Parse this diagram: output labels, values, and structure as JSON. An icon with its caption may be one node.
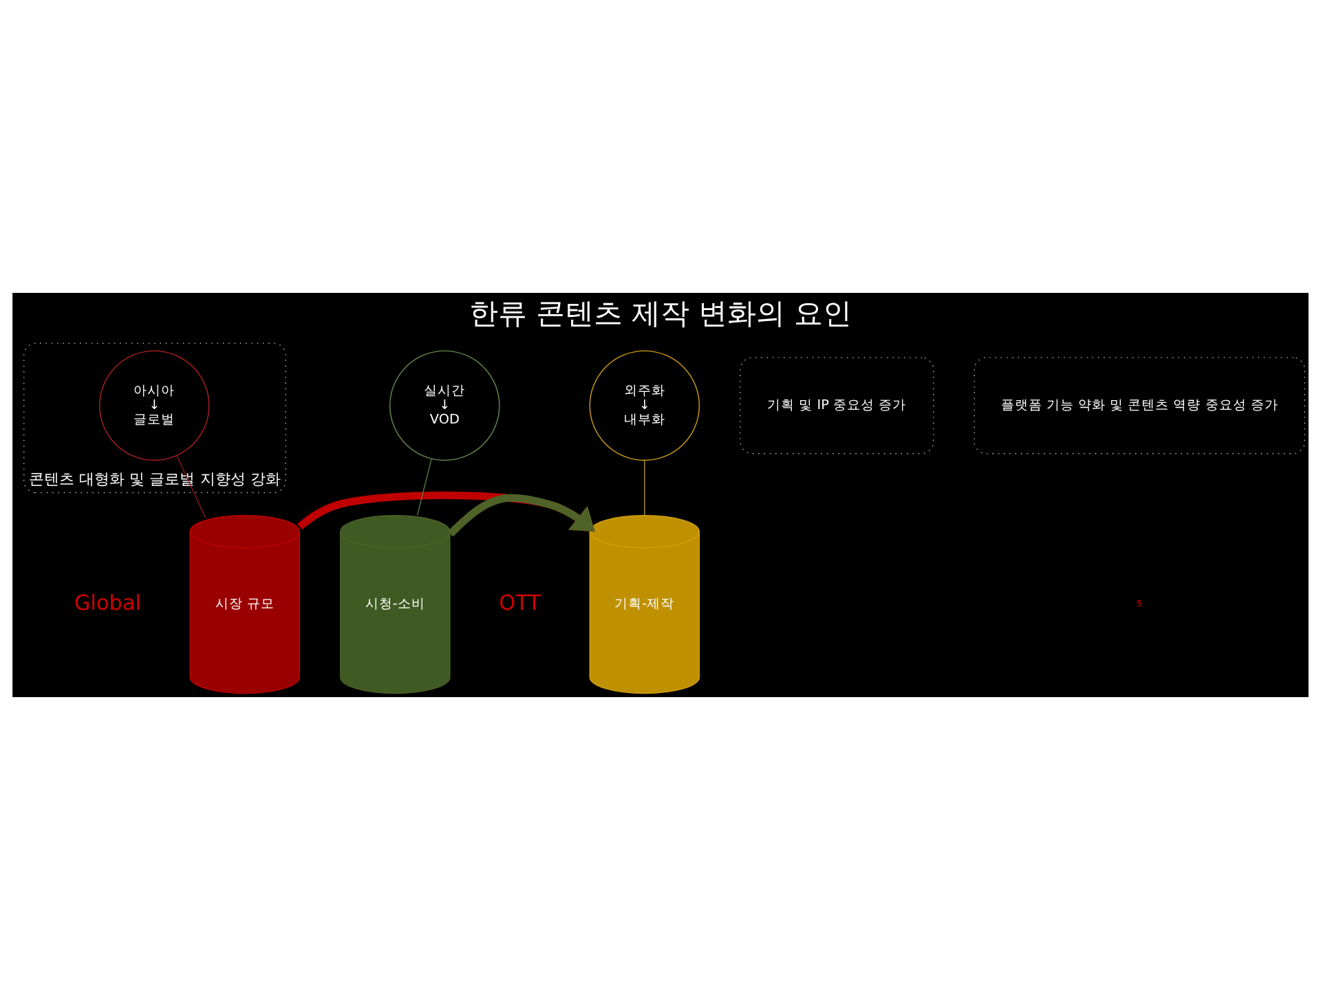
{
  "diagram": {
    "title": "한류 콘텐츠 제작 변화의 요인",
    "nodes": [
      {
        "text": [
          "시장 규모"
        ]
      },
      {
        "text": [
          "기획-제작"
        ]
      },
      {
        "text": [
          "시청-소비"
        ]
      },
      {
        "text": [
          "콘텐츠 대형화 및 글로벌 지향성 강화"
        ]
      },
      {
        "text": [
          "아시아",
          "↓",
          "글로벌"
        ],
        "in": 3
      },
      {
        "text": [
          "기획 및 IP 중요성 증가"
        ]
      },
      {
        "text": [
          "외주화",
          "↓",
          "내부화"
        ]
      },
      {
        "text": [
          "플랫폼 기능 약화 및 콘텐츠 역량 중요성 증가"
        ]
      },
      {
        "text": [
          "실시간",
          "↓",
          "VOD"
        ]
      }
    ],
    "edges": [
      {
        "from": 0,
        "to": 1,
        "arrow": "to",
        "style": "thick",
        "color": "#c00000"
      },
      {
        "from": 2,
        "to": 1,
        "arrow": "to",
        "style": "thick",
        "color": "#4f6228"
      },
      {
        "from": 4,
        "to": 0,
        "arrow": "none",
        "color": "#8b1a1a"
      },
      {
        "from": 6,
        "to": 1,
        "arrow": "none",
        "color": "#b8962e"
      },
      {
        "from": 8,
        "to": 2,
        "arrow": "none",
        "color": "#5a7a3a"
      }
    ],
    "labels": [
      "Global",
      "OTT",
      "5"
    ]
  }
}
